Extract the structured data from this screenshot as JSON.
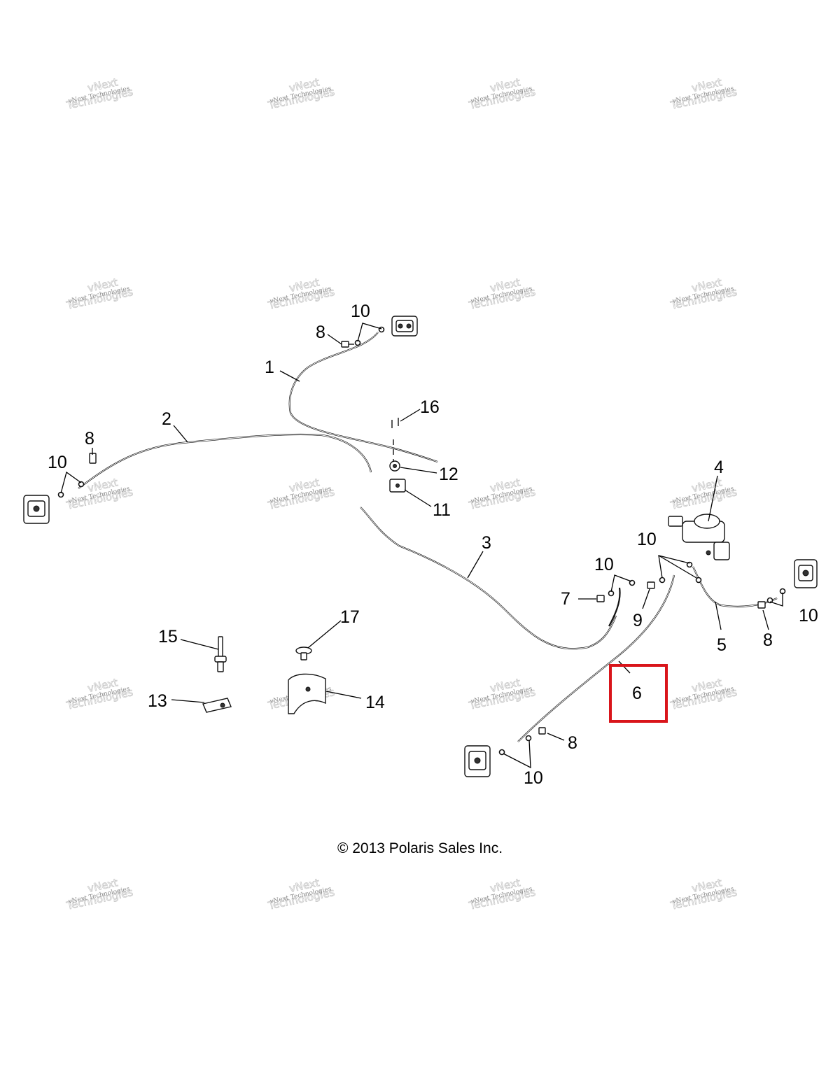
{
  "copyright": "© 2013 Polaris Sales Inc.",
  "watermark": {
    "line1": "vNext Technologies",
    "line2": "vNext",
    "line3": "Technologies"
  },
  "callouts": {
    "c1": "1",
    "c2": "2",
    "c3": "3",
    "c4": "4",
    "c5": "5",
    "c6": "6",
    "c7": "7",
    "c8_top": "8",
    "c8_left": "8",
    "c8_right": "8",
    "c8_bottom": "8",
    "c9": "9",
    "c10_top": "10",
    "c10_left": "10",
    "c10_mid": "10",
    "c10_center": "10",
    "c10_right": "10",
    "c10_bottom": "10",
    "c11": "11",
    "c12": "12",
    "c13": "13",
    "c14": "14",
    "c15": "15",
    "c16": "16",
    "c17": "17"
  },
  "highlight": {
    "color": "#d9151b",
    "target": "6"
  }
}
